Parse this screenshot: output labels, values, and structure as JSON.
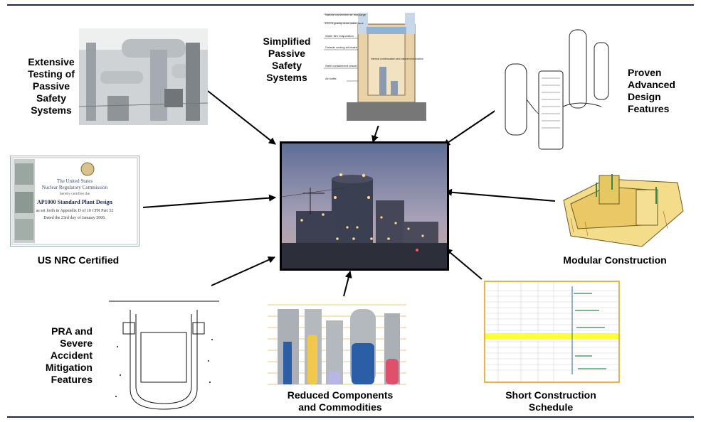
{
  "labels": {
    "testing": [
      "Extensive",
      "Testing of",
      "Passive",
      "Safety",
      "Systems"
    ],
    "simplified": [
      "Simplified",
      "Passive",
      "Safety",
      "Systems"
    ],
    "proven": [
      "Proven",
      "Advanced",
      "Design",
      "Features"
    ],
    "certified": "US NRC Certified",
    "modular": "Modular Construction",
    "pra": [
      "PRA and",
      "Severe",
      "Accident",
      "Mitigation",
      "Features"
    ],
    "reduced": [
      "Reduced Components",
      "and Commodities"
    ],
    "schedule": [
      "Short Construction",
      "Schedule"
    ]
  },
  "certificate": {
    "line1": "The United States",
    "line2": "Nuclear Regulatory Commission",
    "line3": "hereby certifies the",
    "line4": "AP1000 Standard Plant Design",
    "line5": "as set forth in Appendix D of 10 CFR Part 52",
    "line6": "Dated the 23rd day of January 2006."
  },
  "passive_diagram": {
    "callouts": [
      "Natural convection air discharge",
      "PCCS gravity drain water tank",
      "Water film evaporation",
      "Outside cooling air intake",
      "Steel containment vessel",
      "Internal condensation and natural recirculation",
      "Air baffle"
    ]
  },
  "colors": {
    "rule": "#1f2a44",
    "arrow": "#000000",
    "photo_sky_top": "#6c7aa0",
    "photo_sky_bottom": "#c9a79c",
    "schedule_highlight": "#ffff33",
    "bar_blue": "#2a5fa8",
    "bar_yellow": "#f2c84b",
    "bar_red": "#e0506a",
    "bar_lavender": "#b7b6e6"
  }
}
